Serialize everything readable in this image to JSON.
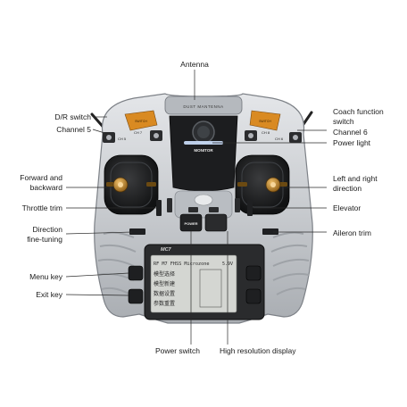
{
  "labels": {
    "antenna": "Antenna",
    "dr_switch": "D/R switch",
    "channel5": "Channel 5",
    "coach_function_switch_line1": "Coach function",
    "coach_function_switch_line2": "switch",
    "channel6": "Channel 6",
    "power_light": "Power light",
    "forward_backward_line1": "Forward and",
    "forward_backward_line2": "backward",
    "left_right_direction_line1": "Left and right",
    "left_right_direction_line2": "direction",
    "throttle_trim": "Throttle trim",
    "elevator": "Elevator",
    "direction_fine_tuning_line1": "Direction",
    "direction_fine_tuning_line2": "fine-tuning",
    "aileron_trim": "Aileron trim",
    "menu_key": "Menu key",
    "exit_key": "Exit key",
    "power_switch": "Power switch",
    "high_resolution_display": "High resolution display"
  },
  "device": {
    "antenna_plate": "DUST MANTENNA",
    "monitor_label": "MONITOR",
    "power_button": "POWER",
    "model_badge": "MC7",
    "left_plate": "SWITCH",
    "right_plate": "SWITCH",
    "ch5_tag": "CH 5",
    "ch6_tag": "CH 6",
    "ch7_tag": "CH 7",
    "ch8_tag": "CH 8",
    "lcd_line1": "RF M7 FHSS Microzone",
    "lcd_line1_right": "5.9V",
    "lcd_line2": "模型选择",
    "lcd_line3": "模型新建",
    "lcd_line4": "数据设置",
    "lcd_line5": "参数重置"
  },
  "colors": {
    "body": "#c9ccd0",
    "body_dark": "#8f949a",
    "accent_orange": "#d98a22",
    "lcd": "#d4d6d2",
    "leader_line": "#2a2a2a"
  }
}
